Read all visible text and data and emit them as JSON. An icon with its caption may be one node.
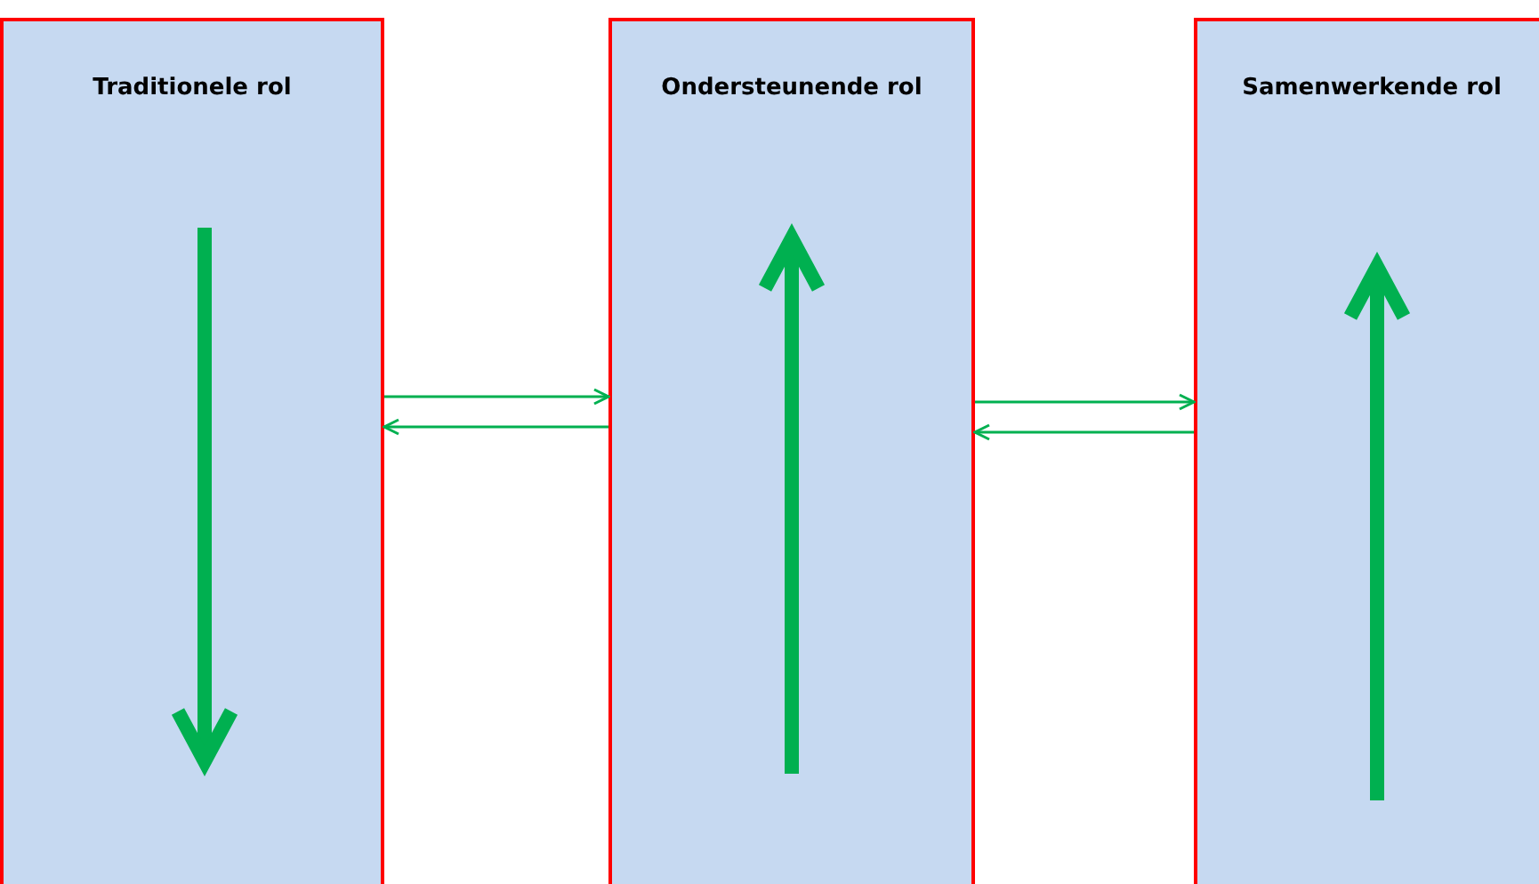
{
  "diagram": {
    "nodes": [
      {
        "text": [
          "Traditionele rol"
        ]
      },
      {
        "text": [
          "Ondersteunende rol"
        ]
      },
      {
        "text": [
          "Samenwerkende rol"
        ]
      }
    ],
    "edges": [
      {
        "from": 0,
        "to": 1,
        "arrow": "to"
      },
      {
        "from": 1,
        "to": 0,
        "arrow": "to"
      },
      {
        "from": 1,
        "to": 2,
        "arrow": "to"
      },
      {
        "from": 2,
        "to": 1,
        "arrow": "to"
      }
    ]
  }
}
